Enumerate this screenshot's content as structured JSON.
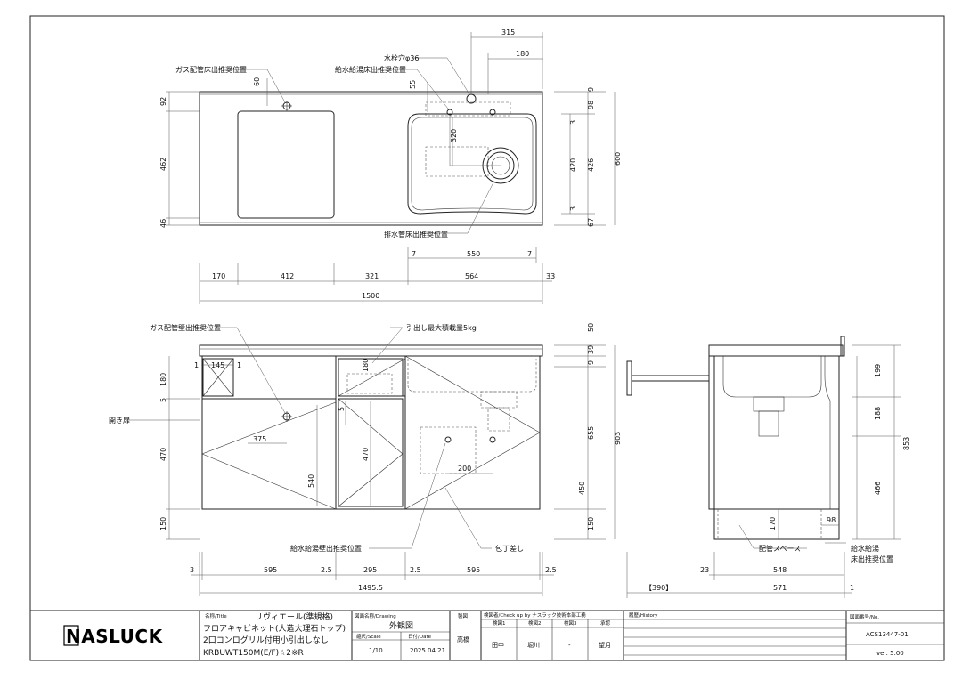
{
  "labels": {
    "gas_floor": "ガス配管床出推奨位置",
    "faucet_hole": "水栓穴φ36",
    "water_floor": "給水給湯床出推奨位置",
    "drain_floor": "排水管床出推奨位置",
    "gas_wall": "ガス配管壁出推奨位置",
    "drawer_load": "引出し最大積載量5kg",
    "open_door": "開き扉",
    "water_wall": "給水給湯壁出推奨位置",
    "knife_holder": "包丁差し",
    "piping_space": "配管スペース",
    "water_floor_side_1": "給水給湯",
    "water_floor_side_2": "床出推奨位置"
  },
  "dims_top": {
    "d315": "315",
    "d180": "180",
    "d60": "60",
    "d55": "55",
    "d320": "320",
    "d92": "92",
    "d462": "462",
    "d46": "46",
    "d9": "9",
    "d98": "98",
    "d3a": "3",
    "d420": "420",
    "d426": "426",
    "d600": "600",
    "d3b": "3",
    "d67": "67",
    "d7a": "7",
    "d550": "550",
    "d7b": "7",
    "d170": "170",
    "d412": "412",
    "d321": "321",
    "d564": "564",
    "d33": "33",
    "d1500": "1500"
  },
  "dims_front": {
    "d1a": "1",
    "d145": "145",
    "d1b": "1",
    "d180a": "180",
    "d180b": "180",
    "d5a": "5",
    "d5b": "5",
    "d375": "375",
    "d470a": "470",
    "d470b": "470",
    "d540": "540",
    "d200": "200",
    "d150": "150",
    "d50": "50",
    "d39": "39",
    "d9": "9",
    "d655": "655",
    "d903": "903",
    "d450": "450",
    "d150r": "150",
    "d3": "3",
    "d595a": "595",
    "d2_5a": "2.5",
    "d295": "295",
    "d2_5b": "2.5",
    "d595b": "595",
    "d2_5c": "2.5",
    "d1495_5": "1495.5"
  },
  "dims_side": {
    "d199": "199",
    "d188": "188",
    "d853": "853",
    "d466": "466",
    "d170": "170",
    "d98": "98",
    "d23": "23",
    "d548": "548",
    "d390": "【390】",
    "d571": "571",
    "d1": "1"
  },
  "title_block": {
    "logo": "NASLUCK",
    "title_label": "名称/Title",
    "title_line1": "リヴィエール(準規格)",
    "title_line2": "フロアキャビネット(人造大理石トップ)",
    "title_line3": "2口コンログリル付用小引出しなし",
    "title_line4": "KRBUWT150M(E/F)☆2※R",
    "drawing_label": "図面名称/Drawing",
    "drawing_name": "外観図",
    "scale_label": "縮尺/Scale",
    "scale": "1/10",
    "date_label": "日付/Date",
    "date": "2025.04.21",
    "designer_label": "製図",
    "designer": "高橋",
    "check_label": "検図者/Check up by ナスラック技術本部工務",
    "check_h1": "検図1",
    "check_h2": "検図2",
    "check_h3": "検図3",
    "check_h4": "承認",
    "check_v1": "田中",
    "check_v2": "堀川",
    "check_v3": "-",
    "check_v4": "望月",
    "history_label": "履歴/History",
    "number_label": "図面番号/No.",
    "number": "ACS13447-01",
    "version": "ver. 5.00"
  }
}
